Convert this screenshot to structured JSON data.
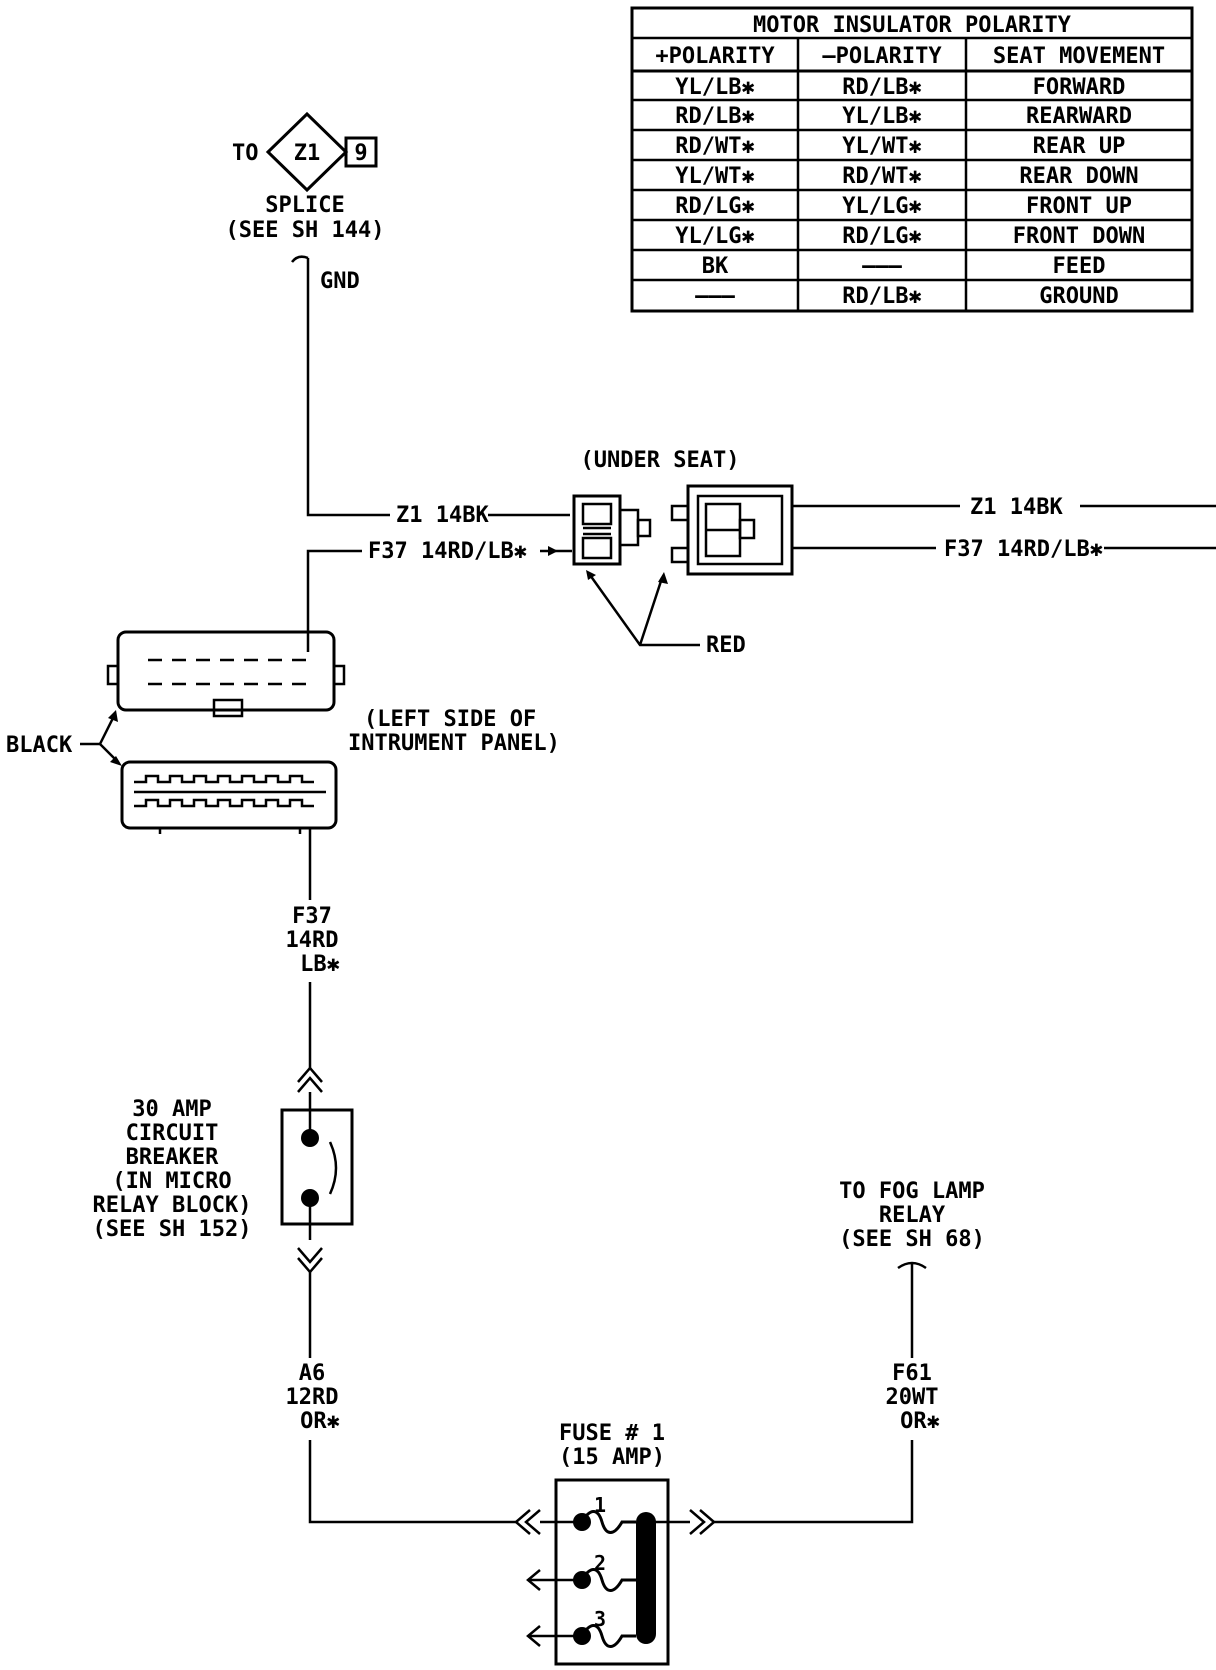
{
  "table": {
    "title": "MOTOR INSULATOR POLARITY",
    "headers": [
      "+POLARITY",
      "—POLARITY",
      "SEAT MOVEMENT"
    ],
    "rows": [
      [
        "YL/LB✱",
        "RD/LB✱",
        "FORWARD"
      ],
      [
        "RD/LB✱",
        "YL/LB✱",
        "REARWARD"
      ],
      [
        "RD/WT✱",
        "YL/WT✱",
        "REAR UP"
      ],
      [
        "YL/WT✱",
        "RD/WT✱",
        "REAR DOWN"
      ],
      [
        "RD/LG✱",
        "YL/LG✱",
        "FRONT UP"
      ],
      [
        "YL/LG✱",
        "RD/LG✱",
        "FRONT DOWN"
      ],
      [
        "BK",
        "———",
        "FEED"
      ],
      [
        "———",
        "RD/LB✱",
        "GROUND"
      ]
    ]
  },
  "splice": {
    "to_label": "TO",
    "code": "Z1",
    "pin": "9",
    "label_line1": "SPLICE",
    "label_line2": "(SEE SH 144)",
    "gnd": "GND"
  },
  "under_seat": {
    "title": "(UNDER SEAT)",
    "left_z1": "Z1 14BK",
    "left_f37": "F37 14RD/LB✱",
    "right_z1": "Z1 14BK",
    "right_f37": "F37 14RD/LB✱",
    "red": "RED"
  },
  "ip_connector": {
    "black": "BLACK",
    "label_line1": "(LEFT SIDE OF",
    "label_line2": "INTRUMENT PANEL)"
  },
  "wire_f37": [
    "F37",
    "14RD",
    "LB✱"
  ],
  "breaker": [
    "30 AMP",
    "CIRCUIT",
    "BREAKER",
    "(IN MICRO",
    "RELAY BLOCK)",
    "(SEE SH 152)"
  ],
  "wire_a6": [
    "A6",
    "12RD",
    "OR✱"
  ],
  "fog_lamp": [
    "TO FOG LAMP",
    "RELAY",
    "(SEE SH 68)"
  ],
  "wire_f61": [
    "F61",
    "20WT",
    "OR✱"
  ],
  "fuse": {
    "line1": "FUSE # 1",
    "line2": "(15 AMP)",
    "pins": [
      "1",
      "2",
      "3"
    ]
  }
}
